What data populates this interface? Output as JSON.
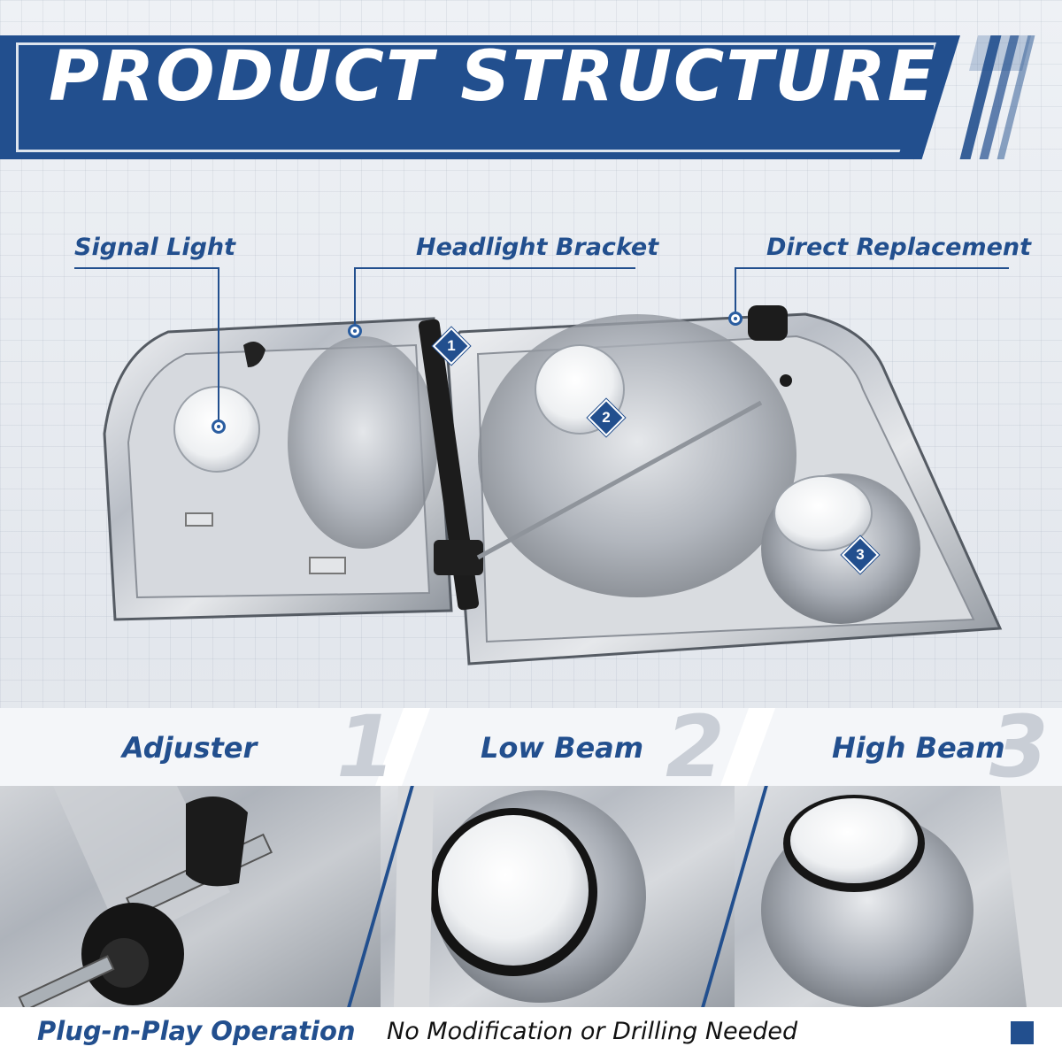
{
  "title": "PRODUCT STRUCTURE",
  "callouts": {
    "signal_light": "Signal Light",
    "headlight_bracket": "Headlight Bracket",
    "direct_replacement": "Direct Replacement"
  },
  "markers": [
    "1",
    "2",
    "3"
  ],
  "features": [
    {
      "label": "Adjuster",
      "number": "1"
    },
    {
      "label": "Low Beam",
      "number": "2"
    },
    {
      "label": "High Beam",
      "number": "3"
    }
  ],
  "footer": {
    "title": "Plug-n-Play Operation",
    "text": "No Modification or Drilling Needed"
  },
  "colors": {
    "brand_blue": "#224f8e",
    "chrome": "#c7ccd3",
    "background": "#e9edf2"
  }
}
